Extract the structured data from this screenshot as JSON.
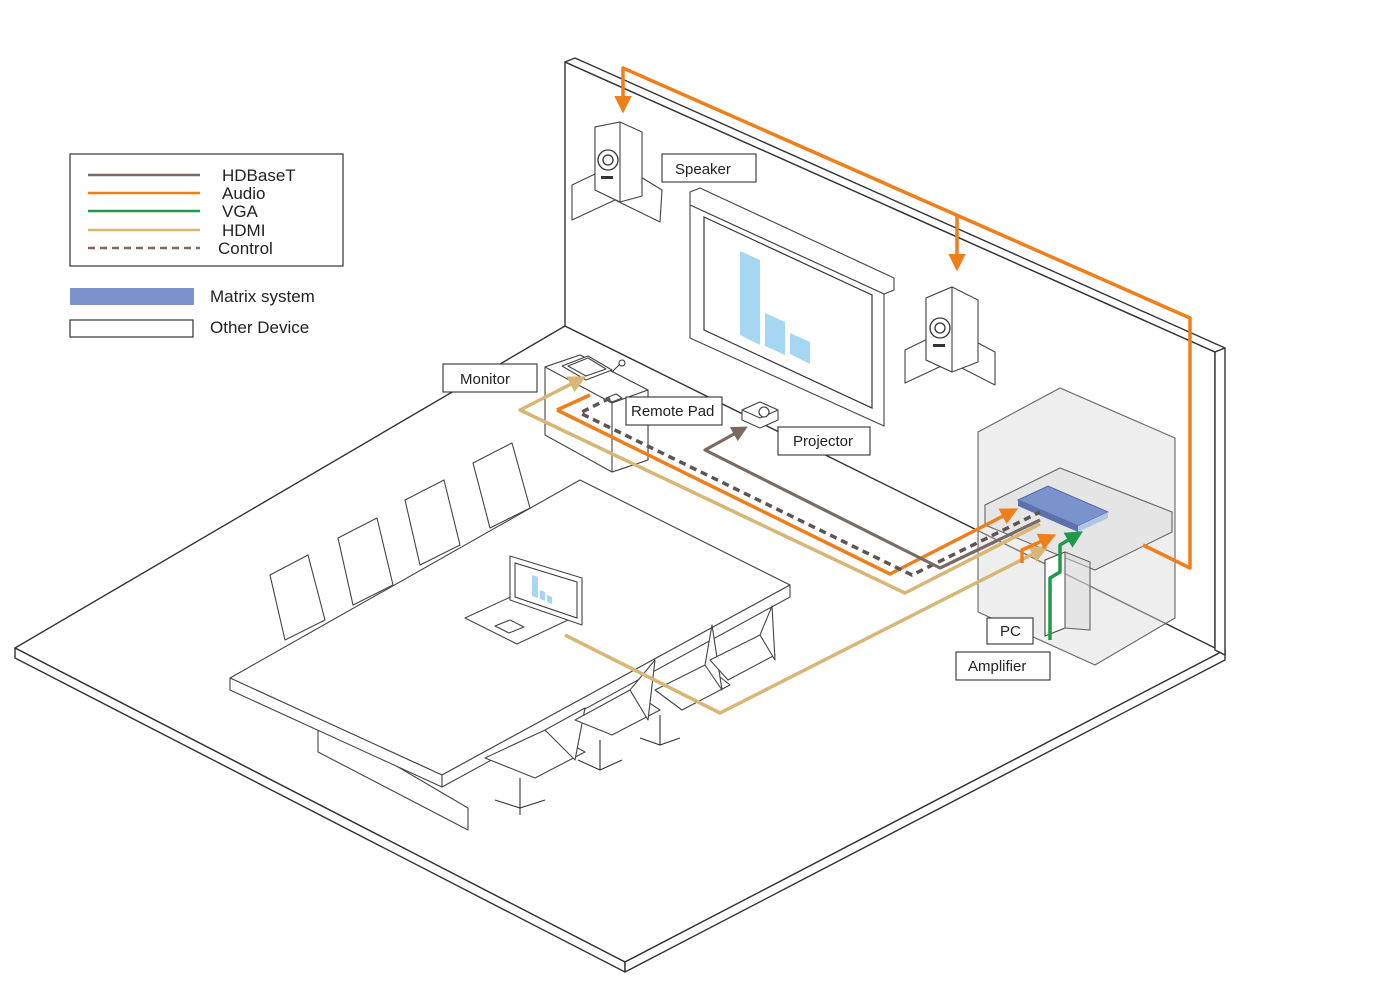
{
  "legend": {
    "lines": [
      {
        "key": "hdbaset",
        "label": "HDBaseT",
        "color": "#7a6a64",
        "dashed": false
      },
      {
        "key": "audio",
        "label": "Audio",
        "color": "#ef7f1a",
        "dashed": false
      },
      {
        "key": "vga",
        "label": "VGA",
        "color": "#1e9a4a",
        "dashed": false
      },
      {
        "key": "hdmi",
        "label": "HDMI",
        "color": "#d7b676",
        "dashed": false
      },
      {
        "key": "control",
        "label": "Control",
        "color": "#7a6a64",
        "dashed": true
      }
    ],
    "swatches": [
      {
        "label": "Matrix system",
        "color": "#7b93cc"
      },
      {
        "label": "Other Device",
        "color": "#ffffff"
      }
    ]
  },
  "labels": {
    "speaker": "Speaker",
    "monitor": "Monitor",
    "remote_pad": "Remote Pad",
    "projector": "Projector",
    "pc": "PC",
    "amplifier": "Amplifier"
  },
  "colors": {
    "screen_bars": "#a6d7f2",
    "matrix": "#7b93cc"
  }
}
